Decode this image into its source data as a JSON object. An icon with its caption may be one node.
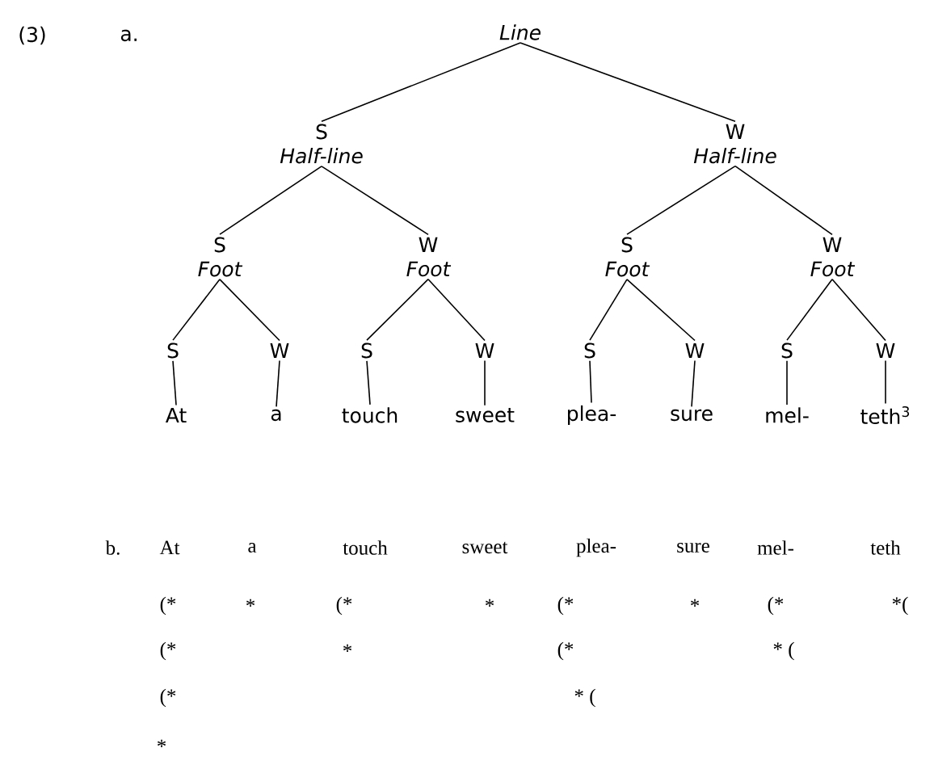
{
  "diagram": {
    "nodes": [
      {
        "text": [
          "Line"
        ]
      },
      {
        "text": [
          "S",
          "Half-line"
        ]
      },
      {
        "text": [
          "W",
          "Half-line"
        ]
      },
      {
        "text": [
          "S",
          "Foot"
        ]
      },
      {
        "text": [
          "W",
          "Foot"
        ]
      },
      {
        "text": [
          "S",
          "Foot"
        ]
      },
      {
        "text": [
          "W",
          "Foot"
        ]
      },
      {
        "text": [
          "S"
        ]
      },
      {
        "text": [
          "W"
        ]
      },
      {
        "text": [
          "S"
        ]
      },
      {
        "text": [
          "W"
        ]
      },
      {
        "text": [
          "S"
        ]
      },
      {
        "text": [
          "W"
        ]
      },
      {
        "text": [
          "S"
        ]
      },
      {
        "text": [
          "W"
        ]
      },
      {
        "text": [
          "At"
        ]
      },
      {
        "text": [
          "a"
        ]
      },
      {
        "text": [
          "touch"
        ]
      },
      {
        "text": [
          "sweet"
        ]
      },
      {
        "text": [
          "plea-"
        ]
      },
      {
        "text": [
          "sure"
        ]
      },
      {
        "text": [
          "mel-"
        ]
      },
      {
        "text": [
          "teth$^{3}$"
        ]
      }
    ],
    "edges": [
      {
        "from": 0,
        "to": 1,
        "arrow": "none"
      },
      {
        "from": 0,
        "to": 2,
        "arrow": "none"
      },
      {
        "from": 1,
        "to": 3,
        "arrow": "none"
      },
      {
        "from": 1,
        "to": 4,
        "arrow": "none"
      },
      {
        "from": 2,
        "to": 5,
        "arrow": "none"
      },
      {
        "from": 2,
        "to": 6,
        "arrow": "none"
      },
      {
        "from": 3,
        "to": 7,
        "arrow": "none"
      },
      {
        "from": 3,
        "to": 8,
        "arrow": "none"
      },
      {
        "from": 4,
        "to": 9,
        "arrow": "none"
      },
      {
        "from": 4,
        "to": 10,
        "arrow": "none"
      },
      {
        "from": 5,
        "to": 11,
        "arrow": "none"
      },
      {
        "from": 5,
        "to": 12,
        "arrow": "none"
      },
      {
        "from": 6,
        "to": 13,
        "arrow": "none"
      },
      {
        "from": 6,
        "to": 14,
        "arrow": "none"
      },
      {
        "from": 7,
        "to": 15,
        "arrow": "none"
      },
      {
        "from": 8,
        "to": 16,
        "arrow": "none"
      },
      {
        "from": 9,
        "to": 17,
        "arrow": "none"
      },
      {
        "from": 10,
        "to": 18,
        "arrow": "none"
      },
      {
        "from": 11,
        "to": 19,
        "arrow": "none"
      },
      {
        "from": 12,
        "to": 20,
        "arrow": "none"
      },
      {
        "from": 13,
        "to": 21,
        "arrow": "none"
      },
      {
        "from": 14,
        "to": 22,
        "arrow": "none"
      }
    ],
    "labels": [
      "(3)",
      "a.",
      "b.",
      "At",
      "a",
      "touch",
      "sweet",
      "plea-",
      "sure",
      "mel-",
      "teth",
      "(*",
      "*",
      "(*",
      "*",
      "(*",
      "*",
      "(*",
      "*(",
      "(*",
      "*",
      "(*",
      "* (",
      "(*",
      "* (",
      "*"
    ]
  }
}
